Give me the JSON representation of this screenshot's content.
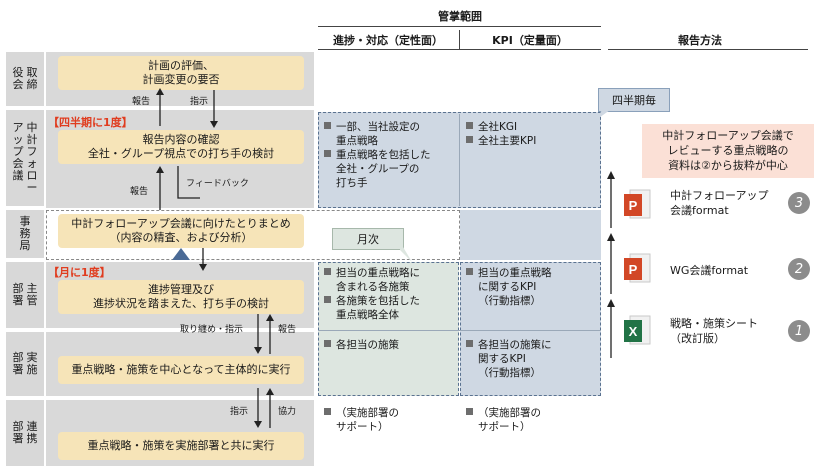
{
  "header": {
    "kanshou": "管掌範囲",
    "qual": "進捗・対応（定性面）",
    "kpi": "KPI（定量面）",
    "method": "報告方法"
  },
  "rows": {
    "board": "取締役会",
    "mid": "中計フォローアップ会議",
    "office": "事務局",
    "main_dept": "主管部署",
    "exec_dept": "実施部署",
    "collab_dept": "連携部署"
  },
  "boxes": {
    "board": [
      "計画の評価、",
      "計画変更の要否"
    ],
    "mid": [
      "報告内容の確認",
      "全社・グループ視点での打ち手の検討"
    ],
    "office": [
      "中計フォローアップ会議に向けたとりまとめ",
      "（内容の精査、および分析）"
    ],
    "main": [
      "進捗管理及び",
      "進捗状況を踏まえた、打ち手の検討"
    ],
    "exec": "重点戦略・施策を中心となって主体的に実行",
    "collab": "重点戦略・施策を実施部署と共に実行"
  },
  "freq": {
    "quarter": "【四半期に1度】",
    "month": "【月に1度】"
  },
  "arrows": {
    "report1": "報告",
    "instruct1": "指示",
    "report2": "報告",
    "feedback": "フィードバック",
    "summarize": "取り纏め・指示",
    "report3": "報告",
    "instruct2": "指示",
    "cooperate": "協力"
  },
  "callouts": {
    "quarterly": "四半期毎",
    "monthly": "月次",
    "review": [
      "中計フォローアップ会議で",
      "レビューする重点戦略の",
      "資料は②から抜粋が中心"
    ]
  },
  "cells": {
    "mid_qual": [
      [
        "一部、当社設定の",
        "重点戦略"
      ],
      [
        "重点戦略を包括した",
        "全社・グループの",
        "打ち手"
      ]
    ],
    "mid_kpi": [
      [
        "全社KGI"
      ],
      [
        "全社主要KPI"
      ]
    ],
    "main_qual": [
      [
        "担当の重点戦略に",
        "含まれる各施策"
      ],
      [
        "各施策を包括した",
        "重点戦略全体"
      ]
    ],
    "main_kpi": [
      [
        "担当の重点戦略",
        "に関するKPI",
        "（行動指標）"
      ]
    ],
    "exec_qual": [
      [
        "各担当の施策"
      ]
    ],
    "exec_kpi": [
      [
        "各担当の施策に",
        "関するKPI",
        "（行動指標）"
      ]
    ],
    "collab_qual": [
      [
        "（実施部署の",
        "サポート）"
      ]
    ],
    "collab_kpi": [
      [
        "（実施部署の",
        "サポート）"
      ]
    ]
  },
  "reports": [
    {
      "icon": "powerpoint-icon",
      "label": [
        "中計フォローアップ",
        "会議format"
      ],
      "num": "3"
    },
    {
      "icon": "powerpoint-icon",
      "label": [
        "WG会議format"
      ],
      "num": "2"
    },
    {
      "icon": "excel-icon",
      "label": [
        "戦略・施策シート",
        "（改訂版）"
      ],
      "num": "1"
    }
  ],
  "colors": {
    "ppt": "#d24726",
    "excel": "#217346",
    "accent": "#e03c1f"
  }
}
